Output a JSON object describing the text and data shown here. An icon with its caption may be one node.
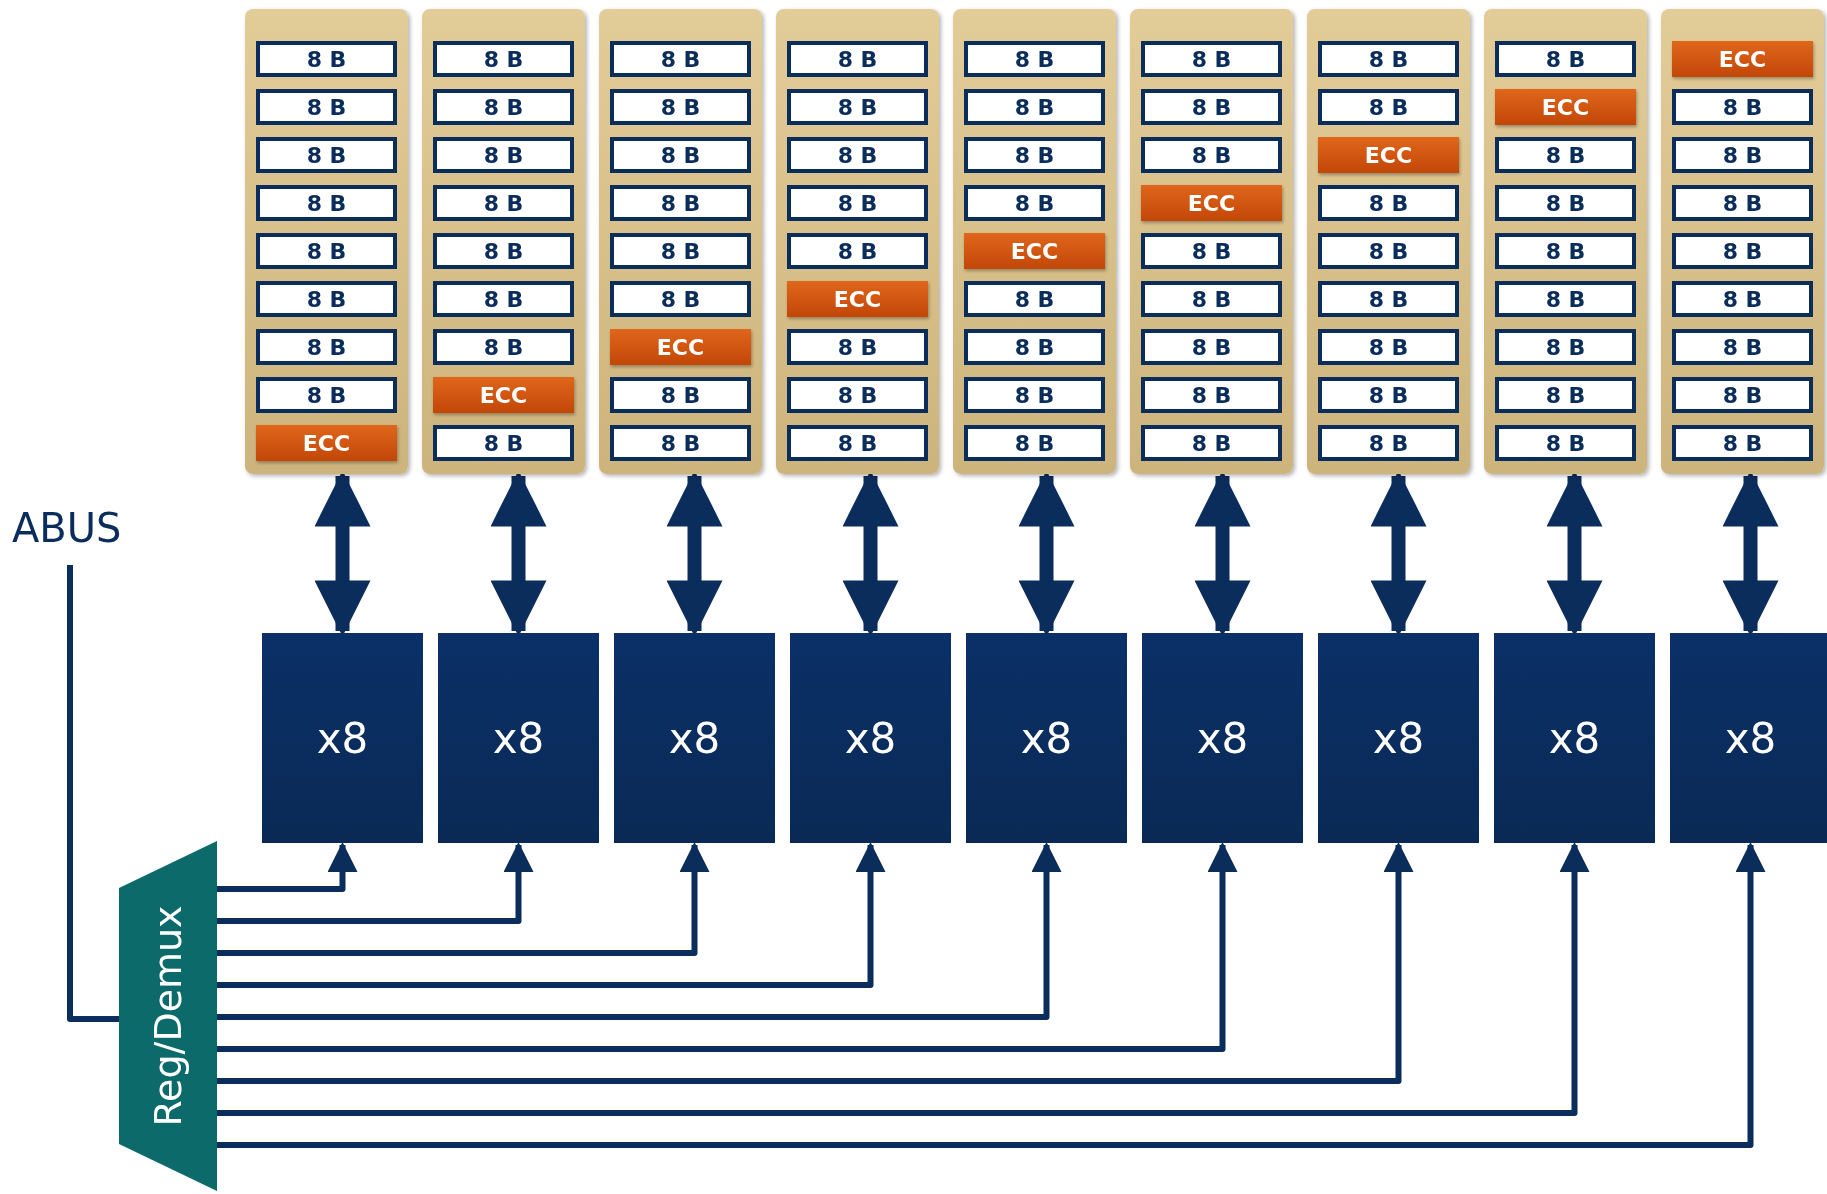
{
  "diagram": {
    "nodes": [
      {
        "text": [],
        "shape": "box"
      },
      {
        "text": [
          "8 B"
        ],
        "in": 0
      },
      {
        "text": [
          "8 B"
        ],
        "in": 0
      },
      {
        "text": [
          "8 B"
        ],
        "in": 0
      },
      {
        "text": [
          "8 B"
        ],
        "in": 0
      },
      {
        "text": [
          "8 B"
        ],
        "in": 0
      },
      {
        "text": [
          "8 B"
        ],
        "in": 0
      },
      {
        "text": [
          "8 B"
        ],
        "in": 0
      },
      {
        "text": [
          "8 B"
        ],
        "in": 0
      },
      {
        "text": [
          "ECC"
        ],
        "in": 0
      },
      {
        "text": [],
        "shape": "box"
      },
      {
        "text": [
          "8 B"
        ],
        "in": 10
      },
      {
        "text": [
          "8 B"
        ],
        "in": 10
      },
      {
        "text": [
          "8 B"
        ],
        "in": 10
      },
      {
        "text": [
          "8 B"
        ],
        "in": 10
      },
      {
        "text": [
          "8 B"
        ],
        "in": 10
      },
      {
        "text": [
          "8 B"
        ],
        "in": 10
      },
      {
        "text": [
          "8 B"
        ],
        "in": 10
      },
      {
        "text": [
          "ECC"
        ],
        "in": 10
      },
      {
        "text": [
          "8 B"
        ],
        "in": 10
      },
      {
        "text": [],
        "shape": "box"
      },
      {
        "text": [
          "8 B"
        ],
        "in": 20
      },
      {
        "text": [
          "8 B"
        ],
        "in": 20
      },
      {
        "text": [
          "8 B"
        ],
        "in": 20
      },
      {
        "text": [
          "8 B"
        ],
        "in": 20
      },
      {
        "text": [
          "8 B"
        ],
        "in": 20
      },
      {
        "text": [
          "8 B"
        ],
        "in": 20
      },
      {
        "text": [
          "ECC"
        ],
        "in": 20
      },
      {
        "text": [
          "8 B"
        ],
        "in": 20
      },
      {
        "text": [
          "8 B"
        ],
        "in": 20
      },
      {
        "text": [],
        "shape": "box"
      },
      {
        "text": [
          "8 B"
        ],
        "in": 30
      },
      {
        "text": [
          "8 B"
        ],
        "in": 30
      },
      {
        "text": [
          "8 B"
        ],
        "in": 30
      },
      {
        "text": [
          "8 B"
        ],
        "in": 30
      },
      {
        "text": [
          "8 B"
        ],
        "in": 30
      },
      {
        "text": [
          "ECC"
        ],
        "in": 30
      },
      {
        "text": [
          "8 B"
        ],
        "in": 30
      },
      {
        "text": [
          "8 B"
        ],
        "in": 30
      },
      {
        "text": [
          "8 B"
        ],
        "in": 30
      },
      {
        "text": [],
        "shape": "box"
      },
      {
        "text": [
          "8 B"
        ],
        "in": 40
      },
      {
        "text": [
          "8 B"
        ],
        "in": 40
      },
      {
        "text": [
          "8 B"
        ],
        "in": 40
      },
      {
        "text": [
          "8 B"
        ],
        "in": 40
      },
      {
        "text": [
          "ECC"
        ],
        "in": 40
      },
      {
        "text": [
          "8 B"
        ],
        "in": 40
      },
      {
        "text": [
          "8 B"
        ],
        "in": 40
      },
      {
        "text": [
          "8 B"
        ],
        "in": 40
      },
      {
        "text": [
          "8 B"
        ],
        "in": 40
      },
      {
        "text": [],
        "shape": "box"
      },
      {
        "text": [
          "8 B"
        ],
        "in": 50
      },
      {
        "text": [
          "8 B"
        ],
        "in": 50
      },
      {
        "text": [
          "8 B"
        ],
        "in": 50
      },
      {
        "text": [
          "ECC"
        ],
        "in": 50
      },
      {
        "text": [
          "8 B"
        ],
        "in": 50
      },
      {
        "text": [
          "8 B"
        ],
        "in": 50
      },
      {
        "text": [
          "8 B"
        ],
        "in": 50
      },
      {
        "text": [
          "8 B"
        ],
        "in": 50
      },
      {
        "text": [
          "8 B"
        ],
        "in": 50
      },
      {
        "text": [],
        "shape": "box"
      },
      {
        "text": [
          "8 B"
        ],
        "in": 60
      },
      {
        "text": [
          "8 B"
        ],
        "in": 60
      },
      {
        "text": [
          "ECC"
        ],
        "in": 60
      },
      {
        "text": [
          "8 B"
        ],
        "in": 60
      },
      {
        "text": [
          "8 B"
        ],
        "in": 60
      },
      {
        "text": [
          "8 B"
        ],
        "in": 60
      },
      {
        "text": [
          "8 B"
        ],
        "in": 60
      },
      {
        "text": [
          "8 B"
        ],
        "in": 60
      },
      {
        "text": [
          "8 B"
        ],
        "in": 60
      },
      {
        "text": [],
        "shape": "box"
      },
      {
        "text": [
          "8 B"
        ],
        "in": 70
      },
      {
        "text": [
          "ECC"
        ],
        "in": 70
      },
      {
        "text": [
          "8 B"
        ],
        "in": 70
      },
      {
        "text": [
          "8 B"
        ],
        "in": 70
      },
      {
        "text": [
          "8 B"
        ],
        "in": 70
      },
      {
        "text": [
          "8 B"
        ],
        "in": 70
      },
      {
        "text": [
          "8 B"
        ],
        "in": 70
      },
      {
        "text": [
          "8 B"
        ],
        "in": 70
      },
      {
        "text": [
          "8 B"
        ],
        "in": 70
      },
      {
        "text": [],
        "shape": "box"
      },
      {
        "text": [
          "ECC"
        ],
        "in": 80
      },
      {
        "text": [
          "8 B"
        ],
        "in": 80
      },
      {
        "text": [
          "8 B"
        ],
        "in": 80
      },
      {
        "text": [
          "8 B"
        ],
        "in": 80
      },
      {
        "text": [
          "8 B"
        ],
        "in": 80
      },
      {
        "text": [
          "8 B"
        ],
        "in": 80
      },
      {
        "text": [
          "8 B"
        ],
        "in": 80
      },
      {
        "text": [
          "8 B"
        ],
        "in": 80
      },
      {
        "text": [
          "8 B"
        ],
        "in": 80
      },
      {
        "text": [
          "x8"
        ]
      },
      {
        "text": [
          "x8"
        ]
      },
      {
        "text": [
          "x8"
        ]
      },
      {
        "text": [
          "x8"
        ]
      },
      {
        "text": [
          "x8"
        ]
      },
      {
        "text": [
          "x8"
        ]
      },
      {
        "text": [
          "x8"
        ]
      },
      {
        "text": [
          "x8"
        ]
      },
      {
        "text": [
          "x8"
        ]
      },
      {
        "text": [
          "Reg/Demux"
        ]
      },
      {
        "text": [
          "ABUS"
        ]
      }
    ],
    "edges": [
      {
        "from": 0,
        "to": 90,
        "arrow": "both",
        "style": "thick"
      },
      {
        "from": 10,
        "to": 91,
        "arrow": "both",
        "style": "thick"
      },
      {
        "from": 20,
        "to": 92,
        "arrow": "both",
        "style": "thick"
      },
      {
        "from": 30,
        "to": 93,
        "arrow": "both",
        "style": "thick"
      },
      {
        "from": 40,
        "to": 94,
        "arrow": "both",
        "style": "thick"
      },
      {
        "from": 50,
        "to": 95,
        "arrow": "both",
        "style": "thick"
      },
      {
        "from": 60,
        "to": 96,
        "arrow": "both",
        "style": "thick"
      },
      {
        "from": 70,
        "to": 97,
        "arrow": "both",
        "style": "thick"
      },
      {
        "from": 80,
        "to": 98,
        "arrow": "both",
        "style": "thick"
      },
      {
        "from": 99,
        "to": 90,
        "arrow": "to"
      },
      {
        "from": 99,
        "to": 91,
        "arrow": "to"
      },
      {
        "from": 99,
        "to": 92,
        "arrow": "to"
      },
      {
        "from": 99,
        "to": 93,
        "arrow": "to"
      },
      {
        "from": 99,
        "to": 94,
        "arrow": "to"
      },
      {
        "from": 99,
        "to": 95,
        "arrow": "to"
      },
      {
        "from": 99,
        "to": 96,
        "arrow": "to"
      },
      {
        "from": 99,
        "to": 97,
        "arrow": "to"
      },
      {
        "from": 99,
        "to": 98,
        "arrow": "to"
      },
      {
        "from": 100,
        "to": 99,
        "arrow": "none"
      }
    ]
  }
}
